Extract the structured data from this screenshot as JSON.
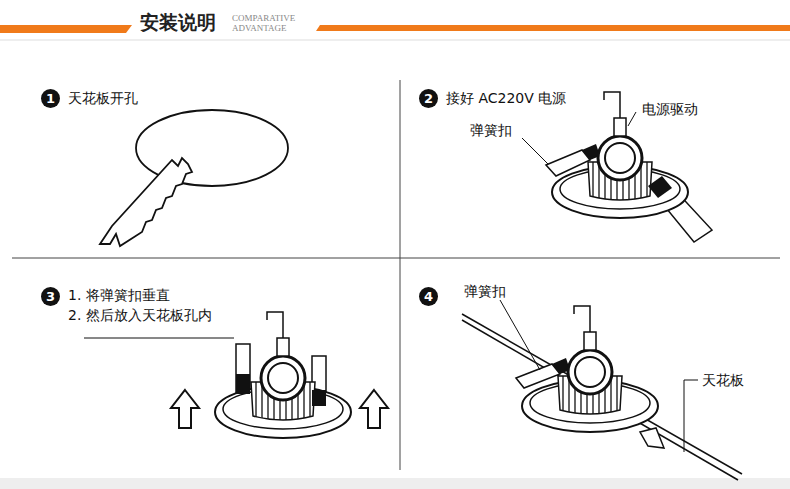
{
  "diagram": {
    "title": "安装说明",
    "labels": [
      "COMPARATIVE ADVANTAGE",
      "1",
      "天花板开孔",
      "2",
      "接好 AC220V 电源",
      "电源驱动",
      "弹簧扣",
      "3",
      "1. 将弹簧扣垂直",
      "2. 然后放入天花板孔内",
      "4",
      "弹簧扣",
      "天花板"
    ]
  }
}
